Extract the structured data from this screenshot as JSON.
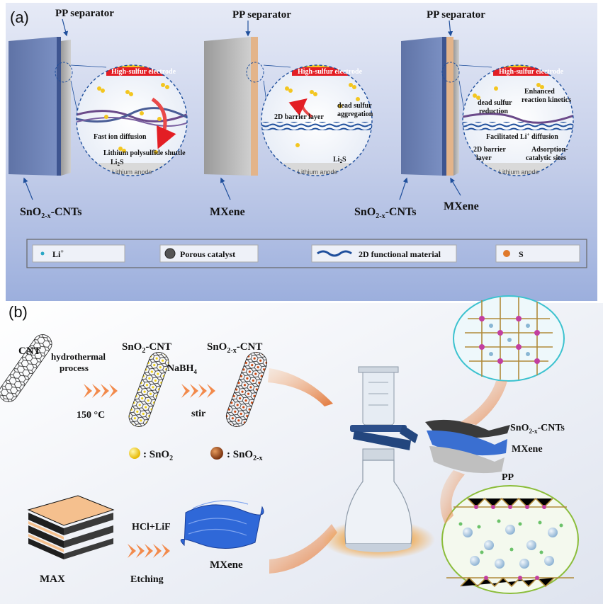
{
  "panel_a": {
    "label": "(a)",
    "pp_separator": "PP separator",
    "high_sulfur_electrode": "High-sulfur electrode",
    "lithium_anode": "Lithium anode",
    "li2s_prefix": "Li",
    "li2s_sub": "2",
    "li2s_suffix": "S",
    "cell1": {
      "fast_ion": "Fast ion diffusion",
      "shuttle": "Lithium polysulfide shuttle"
    },
    "cell2": {
      "barrier": "2D barrier layer",
      "dead_sulfur_1": "dead sulfur",
      "dead_sulfur_2": "aggregation"
    },
    "cell3": {
      "dead_sulfur_1": "dead sulfur",
      "dead_sulfur_2": "reduction",
      "enhanced_1": "Enhanced",
      "enhanced_2": "reaction kinetics",
      "facilitated_prefix": "Facilitated Li",
      "facilitated_sup": "+",
      "facilitated_suffix": " diffusion",
      "barrier_1": "2D barrier",
      "barrier_2": "layer",
      "adsorption_1": "Adsorption-",
      "adsorption_2": "catalytic sites"
    },
    "sno_prefix": "SnO",
    "sno_sub": "2-x",
    "sno_suffix": "-CNTs",
    "mxene": "MXene",
    "legend": {
      "li_prefix": "Li",
      "li_sup": "+",
      "porous": "Porous catalyst",
      "functional": "2D functional material",
      "s": "S"
    }
  },
  "panel_b": {
    "label": "(b)",
    "cnt": "CNT",
    "hydro_1": "hydrothermal",
    "hydro_2": "process",
    "temp": "150 °C",
    "sno2_cnt_prefix": "SnO",
    "sno2_cnt_sub": "2",
    "sno2_cnt_suffix": "-CNT",
    "nabh_prefix": "NaBH",
    "nabh_sub": "4",
    "stir": "stir",
    "snox_cnt_prefix": "SnO",
    "snox_cnt_sub": "2-x",
    "snox_cnt_suffix": "-CNT",
    "leg_sno2_prefix": ": SnO",
    "leg_sno2_sub": "2",
    "leg_snox_prefix": ": SnO",
    "leg_snox_sub": "2-x",
    "max": "MAX",
    "hcl": "HCl+LiF",
    "etching": "Etching",
    "mxene": "MXene",
    "stack_sno_prefix": "SnO",
    "stack_sno_sub": "2-x",
    "stack_sno_suffix": "-CNTs",
    "stack_mxene": "MXene",
    "stack_pp": "PP"
  },
  "colors": {
    "panel_a_top": "#d6dcef",
    "panel_a_bottom": "#9fb0de",
    "separator_blue": "#6a7fb3",
    "mxene_orange": "#e8b88a",
    "electrode_red": "#e31e24",
    "sulfur_yellow": "#f4c91a",
    "mxene_film": "#1e63c8",
    "arrow_orange": "#f07a3a"
  }
}
